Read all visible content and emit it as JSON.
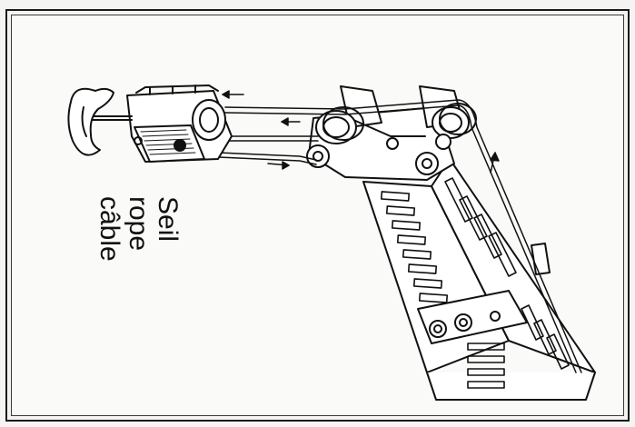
{
  "labels": {
    "lines": [
      "Seil",
      "rope",
      "câble"
    ]
  },
  "colors": {
    "ink": "#111111",
    "paper": "#fafaf8",
    "frame": "#1a1a1a"
  }
}
